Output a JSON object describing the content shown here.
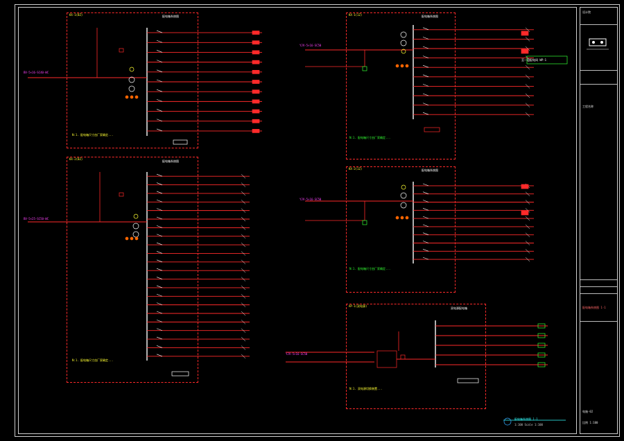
{
  "panels": [
    {
      "id": "KX-1(BZ)",
      "title": "配电箱系统图",
      "inlet": "BV-5×16-SC40-WC",
      "note": "N:1. 配电箱尺寸由厂家确定..."
    },
    {
      "id": "KX-2(BZ)",
      "title": "配电箱系统图",
      "inlet": "BV-5×25-SC50-WC",
      "note": "N:1. 配电箱尺寸由厂家确定..."
    },
    {
      "id": "KX-1(1Z)",
      "title": "配电箱系统图",
      "inlet": "YJV-5×16-SC50",
      "note": "N:1. 配电箱尺寸由厂家确定..."
    },
    {
      "id": "KX-2(1Z)",
      "title": "配电箱系统图",
      "inlet": "YJV-5×16-SC50",
      "note": "N:1. 配电箱尺寸由厂家确定..."
    },
    {
      "id": "AP-1(双电源)",
      "title": "双电源配电箱",
      "inlet": "YJV-5×16-SC50",
      "note": "N:1. 双电源切换装置..."
    }
  ],
  "callout_note": "至一层配电间 WP-1",
  "titleblock": {
    "company": "设计院",
    "drawing_title": "配电箱系统图 1-1",
    "project": "工程名称",
    "scale": "比例 1:100",
    "sheet_no": "电施-02"
  },
  "drawing_label": "配电箱系统图 1-1",
  "drawing_sub": "1:100   Scale 1:100"
}
